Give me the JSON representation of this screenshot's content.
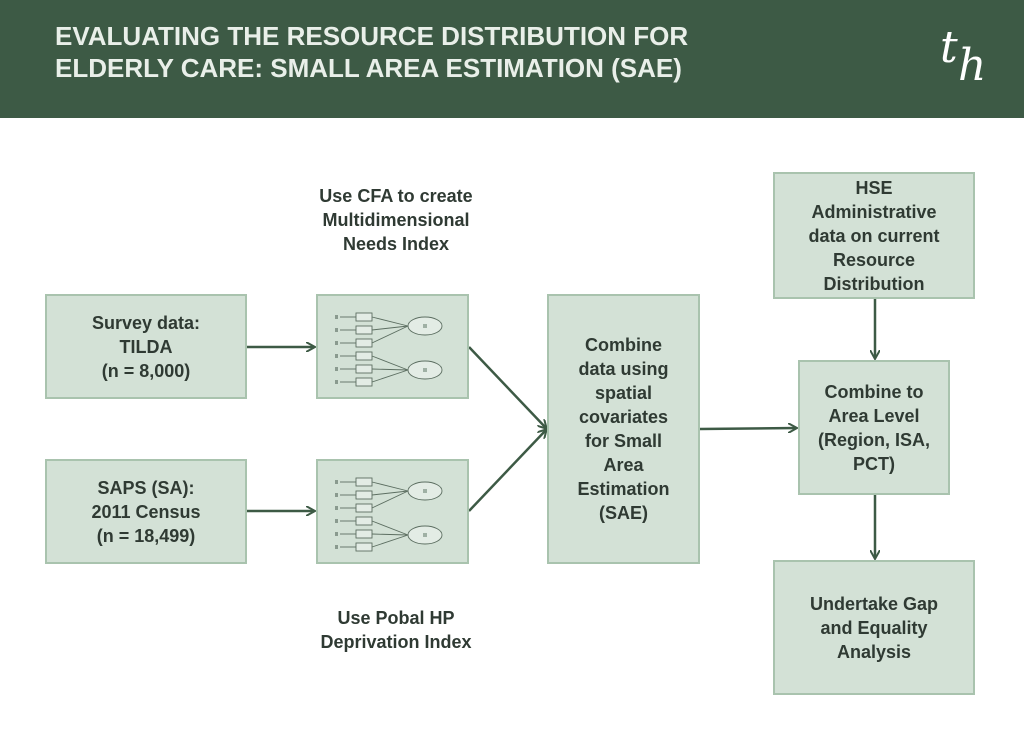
{
  "header": {
    "title_lines": [
      "EVALUATING THE RESOURCE DISTRIBUTION FOR",
      "ELDERLY CARE: SMALL AREA ESTIMATION (SAE)"
    ],
    "logo": "th"
  },
  "captions": {
    "cfa": [
      "Use CFA to create",
      "Multidimensional",
      "Needs Index"
    ],
    "pobal": [
      "Use Pobal HP",
      "Deprivation Index"
    ]
  },
  "boxes": {
    "survey": [
      "Survey data:",
      "TILDA",
      "(n = 8,000)"
    ],
    "saps": [
      "SAPS (SA):",
      "2011 Census",
      "(n = 18,499)"
    ],
    "sae": [
      "Combine",
      "data using",
      "spatial",
      "covariates",
      "for Small",
      "Area",
      "Estimation",
      "(SAE)"
    ],
    "hse": [
      "HSE",
      "Administrative",
      "data on current",
      "Resource",
      "Distribution"
    ],
    "area": [
      "Combine to",
      "Area Level",
      "(Region, ISA,",
      "PCT)"
    ],
    "gap": [
      "Undertake Gap",
      "and Equality",
      "Analysis"
    ]
  },
  "colors": {
    "header_bg": "#3d5a45",
    "box_fill": "#d3e1d6",
    "box_border": "#a9c3ae",
    "arrow": "#3d5a45",
    "text": "#2f3a33"
  }
}
